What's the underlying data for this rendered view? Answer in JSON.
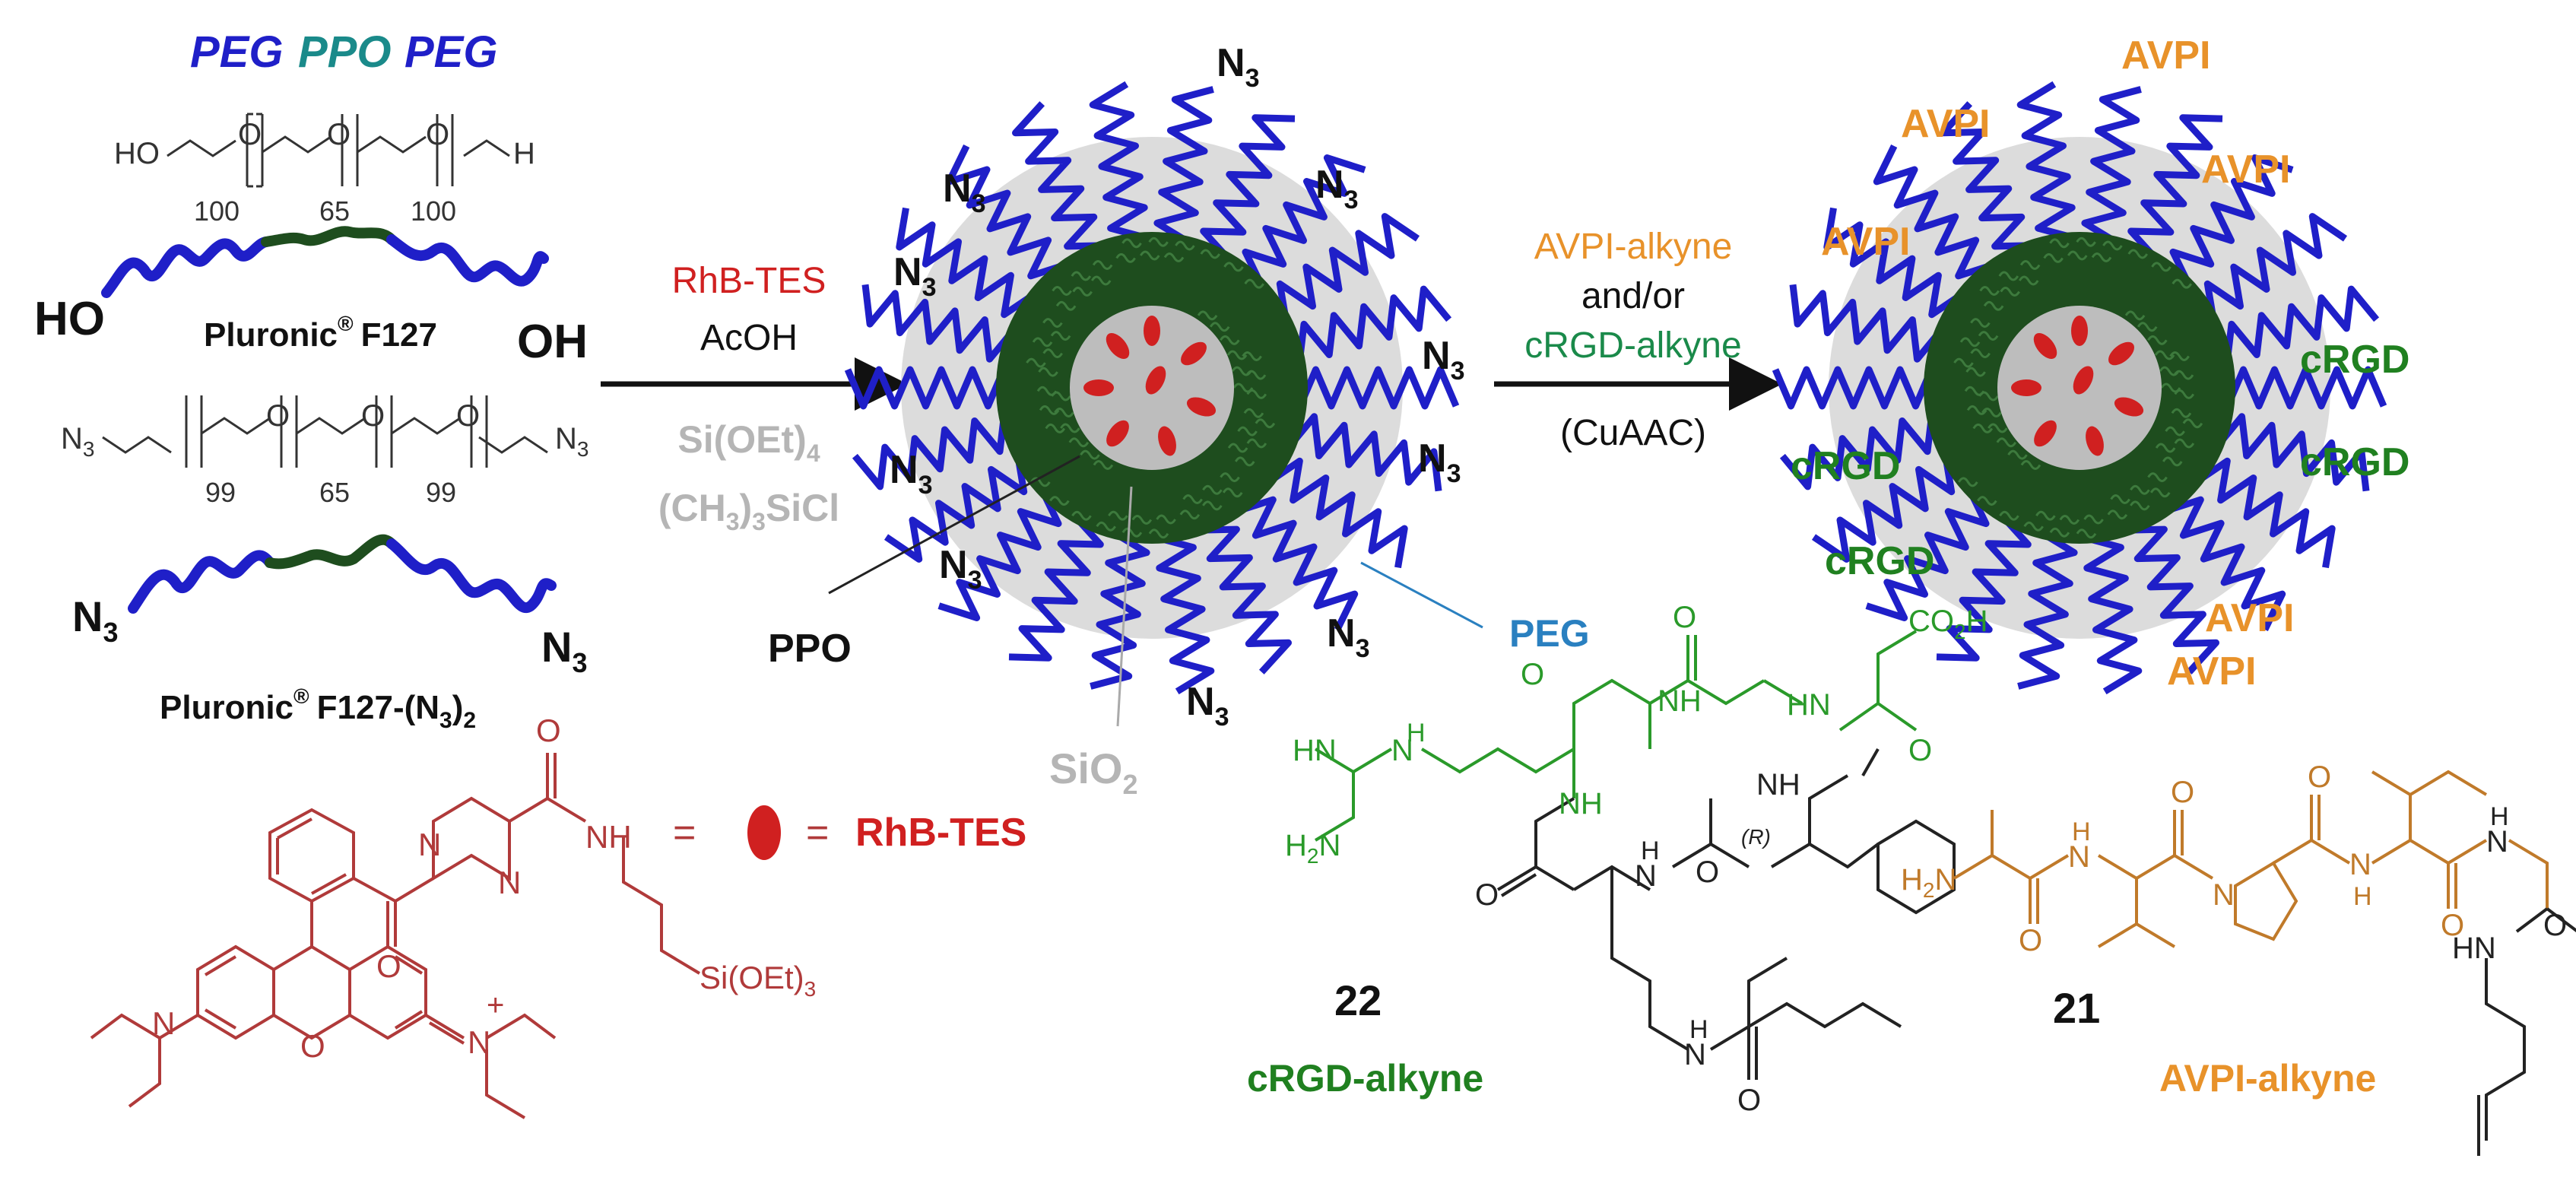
{
  "colors": {
    "peg": "#1f1fc8",
    "ppo": "#1e4d1e",
    "green_label": "#208020",
    "teal": "#1a8a8a",
    "red": "#d02020",
    "orange": "#e8922a",
    "gray": "#b5b5b5",
    "dark_red": "#b03a3a",
    "blue_label": "#2a80c0",
    "black": "#111111"
  },
  "legend": {
    "peg1": "PEG",
    "ppo": "PPO",
    "peg2": "PEG"
  },
  "pluronic": {
    "ho": "HO",
    "oh": "OH",
    "name": "Pluronic",
    "reg": "®",
    "f127": "F127",
    "chem": {
      "ho": "HO",
      "o": "O",
      "h": "H",
      "n100a": "100",
      "n65": "65",
      "n100b": "100"
    }
  },
  "pluronic_n3": {
    "n": "N",
    "sub": "3",
    "name": "Pluronic",
    "reg": "®",
    "f127": "F127-(N",
    "close": ")",
    "chem": {
      "n99a": "99",
      "n65": "65",
      "n99b": "99"
    }
  },
  "step1": {
    "reagent1": "RhB-TES",
    "reagent2": "AcOH",
    "reagent3": "Si(OEt)",
    "reagent3_sub": "4",
    "reagent4a": "(CH",
    "reagent4_sub": "3",
    "reagent4b": ")",
    "reagent4c": "SiCl"
  },
  "particle1": {
    "n3": "N",
    "sub": "3",
    "ppo_label": "PPO",
    "peg_label": "PEG",
    "sio2": "SiO",
    "sio2_sub": "2"
  },
  "step2": {
    "reagent1": "AVPI-alkyne",
    "reagent2": "and/or",
    "reagent3": "cRGD-alkyne",
    "reagent4": "(CuAAC)"
  },
  "particle2": {
    "avpi": "AVPI",
    "crgd": "cRGD"
  },
  "rhb": {
    "eq1": "=",
    "eq2": "=",
    "label": "RhB-TES",
    "nh": "NH",
    "o": "O",
    "si": "Si(OEt)",
    "si_sub": "3",
    "plus": "+",
    "n": "N"
  },
  "crgd": {
    "number": "22",
    "label": "cRGD-alkyne",
    "hn": "HN",
    "h2n": "H",
    "nh": "NH",
    "h": "H",
    "n": "N",
    "o": "O",
    "co2h": "CO",
    "co2h_sub": "2",
    "co2h_h": "H",
    "r": "(R)"
  },
  "avpi": {
    "number": "21",
    "label": "AVPI-alkyne",
    "h2n": "H",
    "n": "N",
    "h": "H",
    "o": "O",
    "hn": "HN"
  }
}
